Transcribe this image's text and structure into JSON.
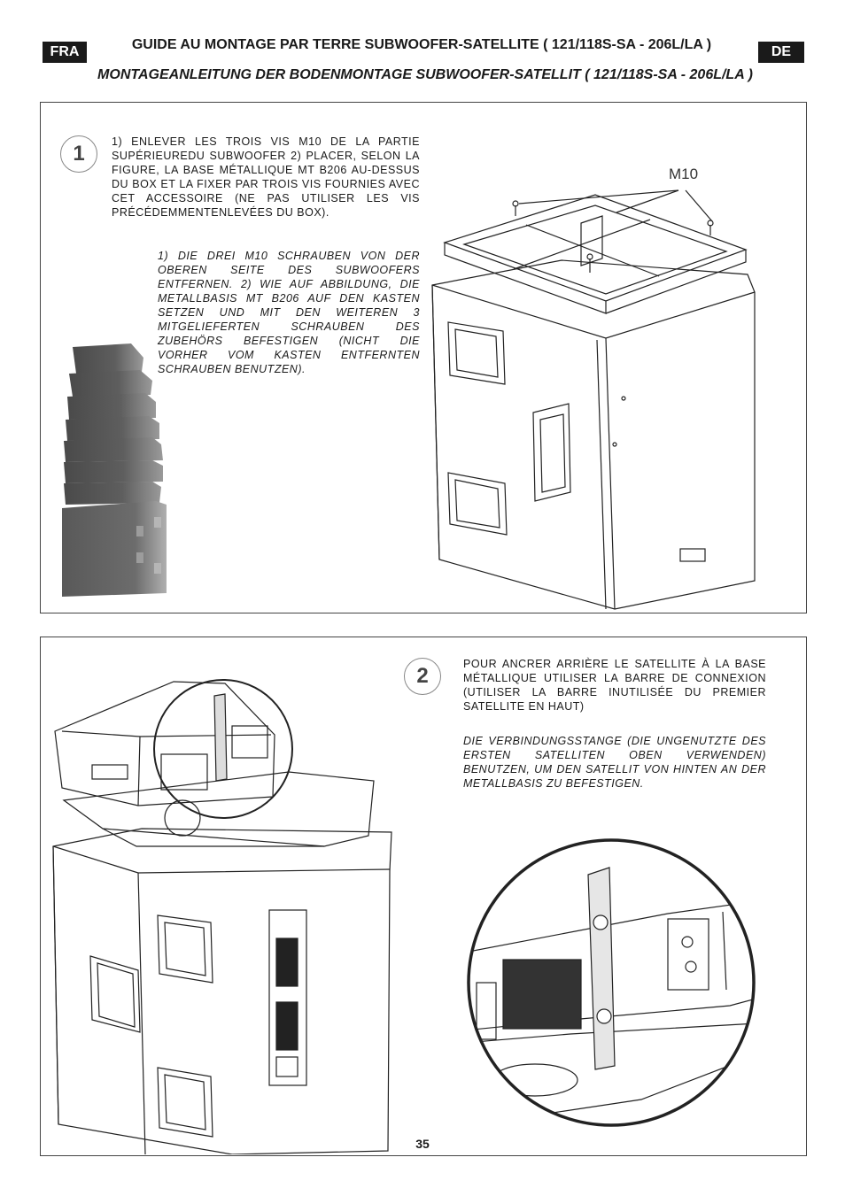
{
  "header": {
    "badge_left": "FRA",
    "badge_right": "DE",
    "title_fr": "GUIDE AU MONTAGE PAR TERRE SUBWOOFER-SATELLITE ( 121/118S-SA - 206L/LA )",
    "title_de": "MONTAGEANLEITUNG DER BODENMONTAGE SUBWOOFER-SATELLIT ( 121/118S-SA - 206L/LA )"
  },
  "step1": {
    "number": "1",
    "text_fr": "1) ENLEVER LES TROIS VIS M10 DE LA PARTIE SUPÉRIEUREDU SUBWOOFER 2) PLACER, SELON LA FIGURE, LA BASE MÉTALLIQUE MT B206 AU-DESSUS DU BOX ET LA FIXER PAR TROIS VIS FOURNIES AVEC CET ACCESSOIRE (NE PAS UTILISER LES VIS PRÉCÉDEMMENTENLEVÉES DU BOX).",
    "text_de": "1) DIE DREI M10 SCHRAUBEN VON DER OBEREN SEITE DES SUBWOOFERS ENTFERNEN. 2) WIE AUF ABBILDUNG, DIE METALLBASIS MT B206 AUF DEN KASTEN SETZEN UND MIT DEN WEITEREN 3 MITGELIEFERTEN SCHRAUBEN DES ZUBEHÖRS BEFESTIGEN (NICHT DIE VORHER VOM KASTEN ENTFERNTEN SCHRAUBEN BENUTZEN).",
    "label_m10": "M10"
  },
  "step2": {
    "number": "2",
    "text_fr": "POUR ANCRER ARRIÈRE LE SATELLITE À LA BASE MÉTALLIQUE UTILISER LA BARRE DE CONNEXION (UTILISER LA BARRE INUTILISÉE DU PREMIER SATELLITE EN HAUT)",
    "text_de": "DIE VERBINDUNGSSTANGE (DIE UNGENUTZTE DES ERSTEN SATELLITEN OBEN VERWENDEN) BENUTZEN, UM DEN SATELLIT VON HINTEN AN DER METALLBASIS ZU BEFESTIGEN."
  },
  "footer": {
    "page_number": "35"
  }
}
